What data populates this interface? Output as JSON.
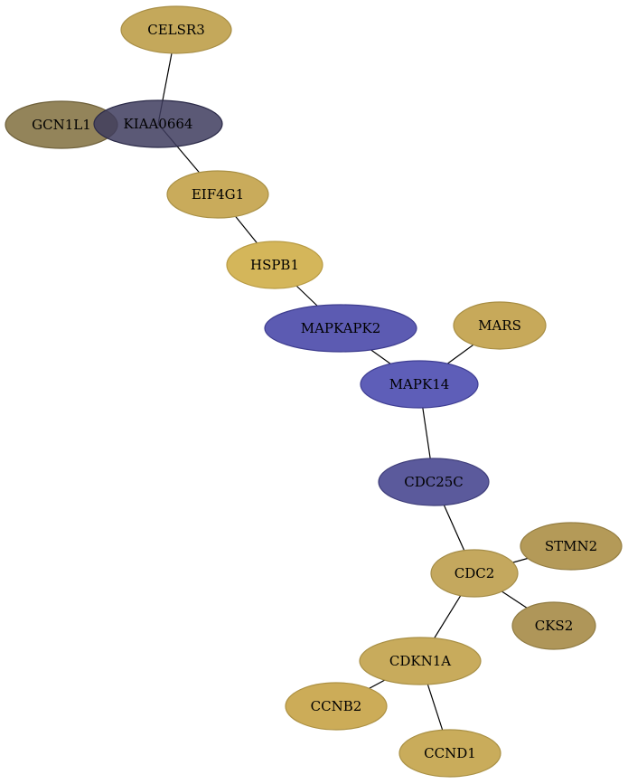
{
  "graph": {
    "nodes": [
      {
        "id": "CELSR3",
        "label": "CELSR3",
        "fill": "#C4A85B",
        "stroke": "#A88E45",
        "opacity": 1
      },
      {
        "id": "GCN1L1",
        "label": "GCN1L1",
        "fill": "#8A7A4C",
        "stroke": "#6E603A",
        "opacity": 0.92
      },
      {
        "id": "KIAA0664",
        "label": "KIAA0664",
        "fill": "#3E3C5E",
        "stroke": "#2B2A48",
        "opacity": 0.85
      },
      {
        "id": "EIF4G1",
        "label": "EIF4G1",
        "fill": "#C9AB5B",
        "stroke": "#A99045",
        "opacity": 1
      },
      {
        "id": "HSPB1",
        "label": "HSPB1",
        "fill": "#D4B65A",
        "stroke": "#B89B44",
        "opacity": 1
      },
      {
        "id": "MAPKAPK2",
        "label": "MAPKAPK2",
        "fill": "#5C5BB2",
        "stroke": "#3E3D8F",
        "opacity": 1
      },
      {
        "id": "MARS",
        "label": "MARS",
        "fill": "#C7A95A",
        "stroke": "#A88E44",
        "opacity": 1
      },
      {
        "id": "MAPK14",
        "label": "MAPK14",
        "fill": "#5E5EB8",
        "stroke": "#3F3E93",
        "opacity": 1
      },
      {
        "id": "CDC25C",
        "label": "CDC25C",
        "fill": "#5B5A9C",
        "stroke": "#3F3E7A",
        "opacity": 1
      },
      {
        "id": "STMN2",
        "label": "STMN2",
        "fill": "#B49A58",
        "stroke": "#957E42",
        "opacity": 1
      },
      {
        "id": "CDC2",
        "label": "CDC2",
        "fill": "#C4A85E",
        "stroke": "#A58D48",
        "opacity": 1
      },
      {
        "id": "CKS2",
        "label": "CKS2",
        "fill": "#AF9659",
        "stroke": "#907B43",
        "opacity": 1
      },
      {
        "id": "CDKN1A",
        "label": "CDKN1A",
        "fill": "#C8AB5C",
        "stroke": "#A99046",
        "opacity": 1
      },
      {
        "id": "CCNB2",
        "label": "CCNB2",
        "fill": "#CCAC58",
        "stroke": "#AD9143",
        "opacity": 1
      },
      {
        "id": "CCND1",
        "label": "CCND1",
        "fill": "#C9AC5B",
        "stroke": "#AA9145",
        "opacity": 1
      }
    ],
    "edges": [
      {
        "from": "CELSR3",
        "to": "KIAA0664"
      },
      {
        "from": "KIAA0664",
        "to": "EIF4G1"
      },
      {
        "from": "EIF4G1",
        "to": "HSPB1"
      },
      {
        "from": "HSPB1",
        "to": "MAPKAPK2"
      },
      {
        "from": "MAPKAPK2",
        "to": "MAPK14"
      },
      {
        "from": "MARS",
        "to": "MAPK14"
      },
      {
        "from": "MAPK14",
        "to": "CDC25C"
      },
      {
        "from": "CDC25C",
        "to": "CDC2"
      },
      {
        "from": "CDC2",
        "to": "STMN2"
      },
      {
        "from": "CDC2",
        "to": "CKS2"
      },
      {
        "from": "CDC2",
        "to": "CDKN1A"
      },
      {
        "from": "CDKN1A",
        "to": "CCNB2"
      },
      {
        "from": "CDKN1A",
        "to": "CCND1"
      }
    ]
  }
}
